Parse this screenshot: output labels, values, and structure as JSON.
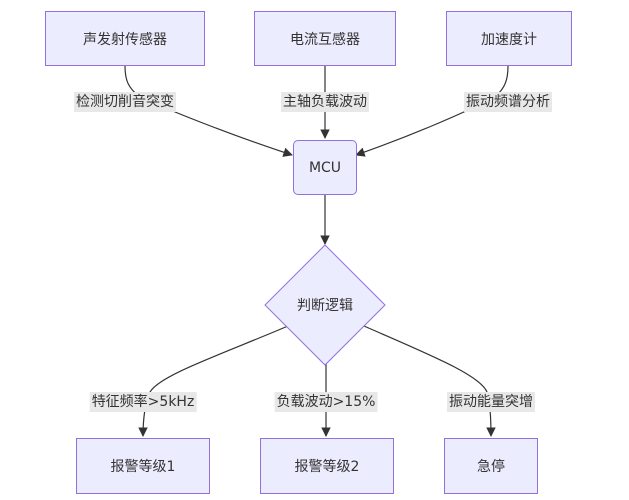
{
  "nodes": {
    "acoustic": "声发射传感器",
    "current": "电流互感器",
    "accel": "加速度计",
    "mcu": "MCU",
    "logic": "判断逻辑",
    "alarm1": "报警等级1",
    "alarm2": "报警等级2",
    "stop": "急停"
  },
  "edge_labels": {
    "acoustic_mcu": "检测切削音突变",
    "current_mcu": "主轴负载波动",
    "accel_mcu": "振动频谱分析",
    "logic_alarm1": "特征频率>5kHz",
    "logic_alarm2": "负载波动>15%",
    "logic_stop": "振动能量突增"
  },
  "colors": {
    "node_fill": "#ececff",
    "node_border": "#9370db",
    "edge": "#333333",
    "label_bg": "#e8e8e8"
  }
}
